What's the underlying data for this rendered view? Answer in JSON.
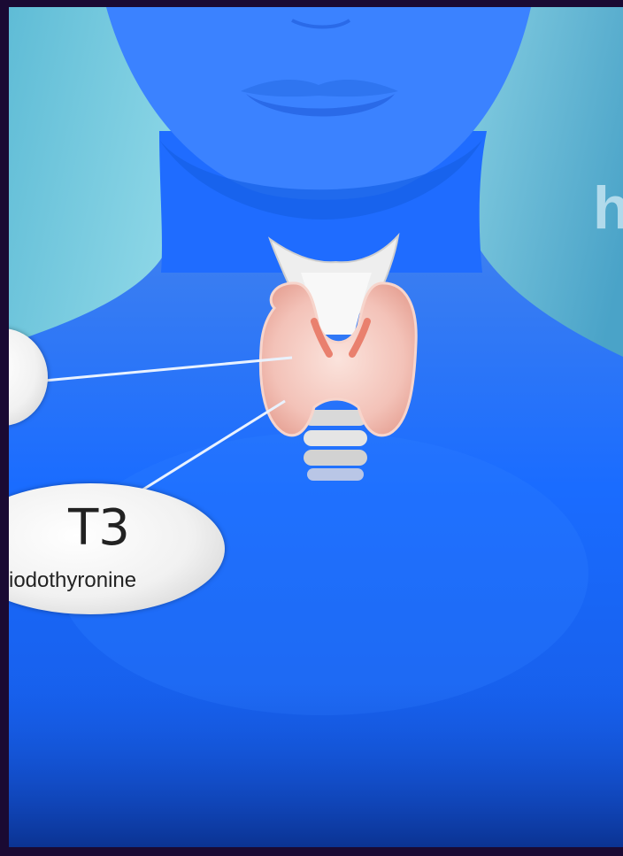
{
  "image": {
    "subject": "Blue illustrated human neck with the thyroid gland",
    "colors": {
      "frame": "#1a0a33",
      "background": "#7fd0e3",
      "skin": "#1e6fff",
      "gland": "#f3c2b8",
      "cartilage": "#e6e6e6"
    }
  },
  "callouts": [
    {
      "label": ""
    },
    {
      "symbol": "T3",
      "name": "iodothyronine"
    }
  ],
  "edge_text": "h"
}
